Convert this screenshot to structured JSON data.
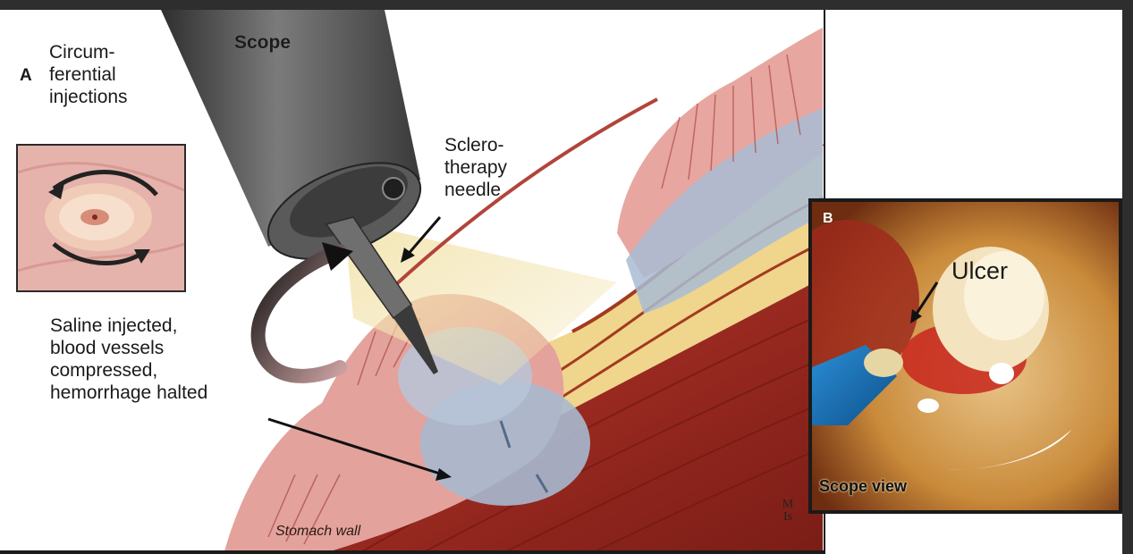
{
  "panel_a": {
    "letter": "A",
    "caption": "Circum-\nferential\ninjections"
  },
  "labels": {
    "scope": "Scope",
    "needle": "Sclero-\ntherapy\nneedle",
    "saline": "Saline injected,\nblood vessels\ncompressed,\nhemorrhage halted",
    "stomach_wall": "Stomach wall",
    "signature": "M\nIs"
  },
  "panel_b": {
    "letter": "B",
    "ulcer": "Ulcer",
    "scope_view": "Scope view"
  },
  "colors": {
    "tissue_pink": "#d98a8a",
    "muscle_red": "#9c2a20",
    "saline_blue": "#9fb3cc",
    "submucosa_yellow": "#f0d58c",
    "scope_gray": "#4a4a4a"
  }
}
